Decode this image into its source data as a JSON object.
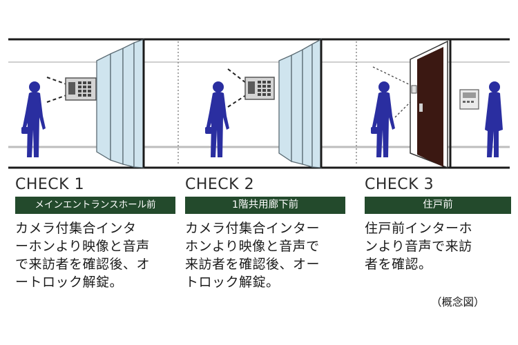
{
  "panels": [
    {
      "title": "CHECK 1",
      "label": "メインエントランスホール前",
      "description": "カメラ付集合インタ\nーホンより映像と音声\nで来訪者を確認後、オ\nートロック解錠。"
    },
    {
      "title": "CHECK 2",
      "label": "1階共用廊下前",
      "description": "カメラ付集合インター\nホンより映像と音声で\n来訪者を確認後、オー\nトロック解錠。"
    },
    {
      "title": "CHECK 3",
      "label": "住戸前",
      "description": "住戸前インターホ\nンより音声で来訪\n者を確認。"
    }
  ],
  "note": "（概念図）",
  "colors": {
    "figure": "#2a2ea0",
    "badge": "#234a2c",
    "glass": "#cfe4ee",
    "door": "#3b1812",
    "wall_line": "#1a1a1a"
  }
}
